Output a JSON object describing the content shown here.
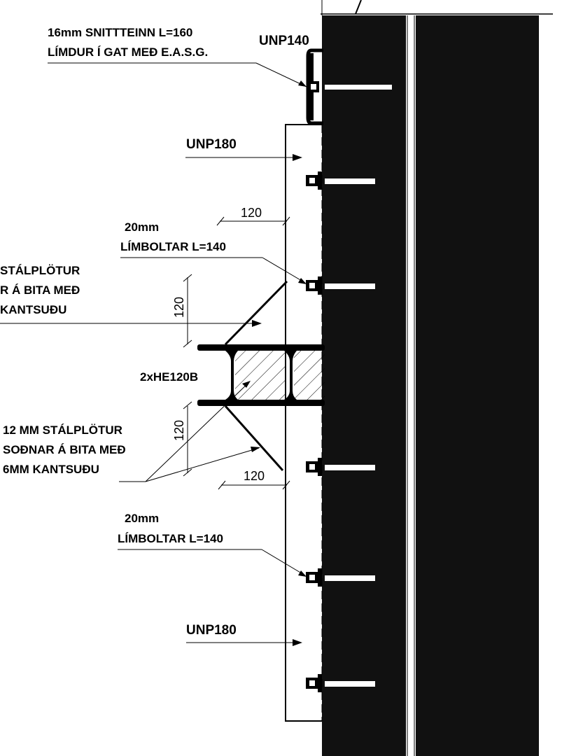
{
  "labels": {
    "anchor_top_line1": "16mm SNITTTEINN L=160",
    "anchor_top_line2": "LÍMDUR Í GAT MEÐ E.A.S.G.",
    "unp140": "UNP140",
    "unp180_upper": "UNP180",
    "dim_120_horizontal_upper": "120",
    "bolt_upper_size": "20mm",
    "bolt_upper_spec": "LÍMBOLTAR L=140",
    "plates_upper_line1": "STÁLPLÖTUR",
    "plates_upper_line2": "R Á BITA MEÐ",
    "plates_upper_line3": "KANTSUÐU",
    "dim_120_vertical_upper": "120",
    "beam": "2xHE120B",
    "plates_lower_line1": "12 MM STÁLPLÖTUR",
    "plates_lower_line2": "SOÐNAR Á BITA MEÐ",
    "plates_lower_line3": "6MM KANTSUÐU",
    "dim_120_vertical_lower": "120",
    "dim_120_horizontal_lower": "120",
    "bolt_lower_size": "20mm",
    "bolt_lower_spec": "LÍMBOLTAR L=140",
    "unp180_lower": "UNP180"
  },
  "colors": {
    "ink": "#000000",
    "wall": "#111111",
    "paper": "#ffffff"
  }
}
